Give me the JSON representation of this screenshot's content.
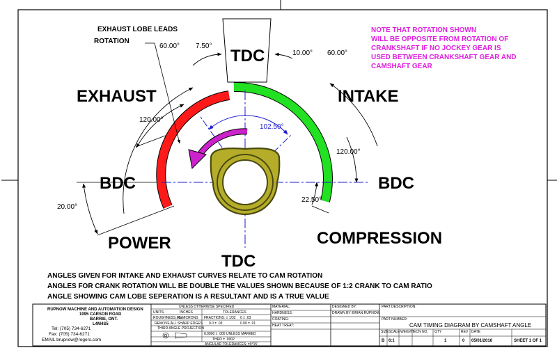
{
  "diagram": {
    "exhaust_lobe_line1": "EXHAUST LOBE LEADS",
    "exhaust_lobe_line2": "ROTATION",
    "note_lines": [
      "NOTE THAT ROTATION SHOWN",
      "WILL BE OPPOSITE FROM ROTATION OF",
      "CRANKSHAFT IF NO JOCKEY GEAR IS",
      "USED BETWEEN CRANKSHAFT GEAR AND",
      "CAMSHAFT GEAR"
    ],
    "labels": {
      "tdc_top": "TDC",
      "tdc_bottom": "TDC",
      "bdc_left": "BDC",
      "bdc_right": "BDC",
      "exhaust": "EXHAUST",
      "intake": "INTAKE",
      "power": "POWER",
      "compression": "COMPRESSION"
    },
    "dimensions": {
      "d60_left": "60.00°",
      "d7_50": "7.50°",
      "d10": "10.00°",
      "d60_right": "60.00°",
      "d120_left": "120.00°",
      "d102_50": "102.50°",
      "d120_right": "120.00°",
      "d20": "20.00°",
      "d22_50": "22.50°"
    },
    "bottom_notes": [
      "ANGLES GIVEN FOR INTAKE AND EXHAUST CURVES RELATE TO CAM ROTATION",
      "ANGLES FOR CRANK ROTATION WILL BE DOUBLE THE VALUES SHOWN BECAUSE OF 1:2 CRANK TO CAM RATIO",
      "ANGLE SHOWING CAM LOBE SEPERATION IS A RESULTANT AND IS A TRUE VALUE"
    ],
    "colors": {
      "exhaust_arc": "#ff1a1a",
      "intake_arc": "#22e022",
      "cam_lobe": "#b5ad2a",
      "cam_lobe_dark": "#4a4a10",
      "rotation_arrow": "#cc22cc",
      "centerline": "#1a1ad0",
      "note_text": "#e020e0"
    }
  },
  "title_block": {
    "company_name": "RUPNOW MACHINE AND AUTOMATION DESIGN",
    "address1": "1095 CARSON ROAD",
    "address2": "BARRIE, ONT.",
    "address3": "L4M4S5",
    "tel": "Tel: (705) 734-6271",
    "fax": "Fax: (705) 734-6271",
    "email": "EMAIL brupnow@rogers.com",
    "unless": "UNLESS OTHERWISE SPECIFIED",
    "units_label": "UNITS:",
    "units_value": "INCHES",
    "tolerances": "TOLERANCES",
    "roughness_label": "ROUGHNESS, Ra:",
    "roughness_value": "63 MICRONS",
    "fractions": "FRACTIONS: ± 1/32",
    "tol_0": "0 ± .03",
    "remove_edges": "REMOVE ALL SHARP EDGES",
    "tol_1": "0.0 ± .03",
    "tol_2": "0.00 ± .01",
    "projection": "THIRD ANGLE PROJECTION",
    "tol_3": "0.0000 ± .005 UNLESS MARKED",
    "thread": "THRD ± .0002",
    "angular": "ANGULAR TOLERANCES: ±0°15'",
    "material_label": "MATERIAL:",
    "hardness_label": "HARDNESS:",
    "coating_label": "COATING:",
    "heat_label": "HEAT TREAT:",
    "designed_by_label": "DESIGNED BY:",
    "drawn_by_label": "DRAWN BY:",
    "drawn_by_value": "BRIAN RUPNOW",
    "part_desc_label": "PART DESCRIPTION:",
    "part_number_label": "PART NUMBER:",
    "title": "CAM TIMING DIAGRAM BY CAMSHAFT ANGLE",
    "size_label": "SIZE",
    "size_value": "B",
    "scale_label": "SCALE",
    "scale_value": "6:1",
    "wt_label": "WEIGHT",
    "ecn_label": "ECN NO.",
    "qty_label": "QTY",
    "qty_value": "1",
    "rev_label": "REV",
    "rev_value": "0",
    "date_label": "DATE",
    "date_value": "05/01/2016",
    "sheet": "SHEET 1 OF 1"
  }
}
